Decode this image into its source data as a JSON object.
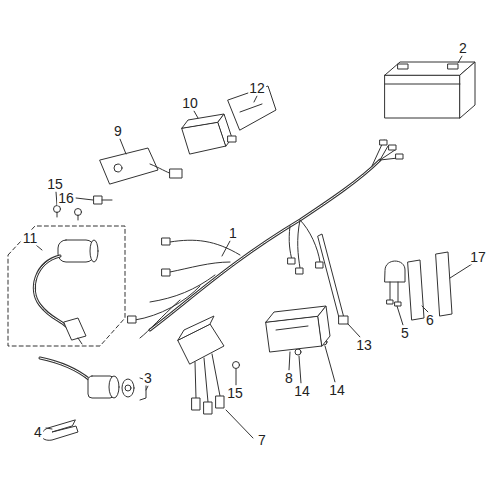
{
  "diagram": {
    "labels": [
      "1",
      "2",
      "3",
      "4",
      "5",
      "6",
      "7",
      "8",
      "9",
      "10",
      "11",
      "12",
      "13",
      "14",
      "14",
      "15",
      "15",
      "16",
      "17"
    ]
  }
}
